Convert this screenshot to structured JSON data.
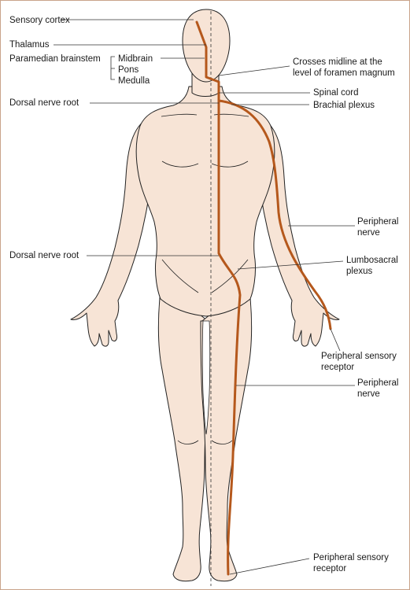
{
  "colors": {
    "pathway": "#b5581c",
    "skin": "#f7e4d6",
    "border": "#c9a38a",
    "outline": "#222222"
  },
  "labels": {
    "sensory_cortex": "Sensory cortex",
    "thalamus": "Thalamus",
    "paramedian_brainstem": "Paramedian brainstem",
    "midbrain": "Midbrain",
    "pons": "Pons",
    "medulla": "Medulla",
    "crosses_midline_1": "Crosses midline at the",
    "crosses_midline_2": "level of foramen magnum",
    "dorsal_nerve_root_upper": "Dorsal nerve root",
    "spinal_cord": "Spinal cord",
    "brachial_plexus": "Brachial plexus",
    "peripheral_nerve_arm_1": "Peripheral",
    "peripheral_nerve_arm_2": "nerve",
    "dorsal_nerve_root_lower": "Dorsal nerve root",
    "lumbosacral_1": "Lumbosacral",
    "lumbosacral_2": "plexus",
    "receptor_hand_1": "Peripheral sensory",
    "receptor_hand_2": "receptor",
    "peripheral_nerve_leg_1": "Peripheral",
    "peripheral_nerve_leg_2": "nerve",
    "receptor_foot_1": "Peripheral sensory",
    "receptor_foot_2": "receptor"
  }
}
